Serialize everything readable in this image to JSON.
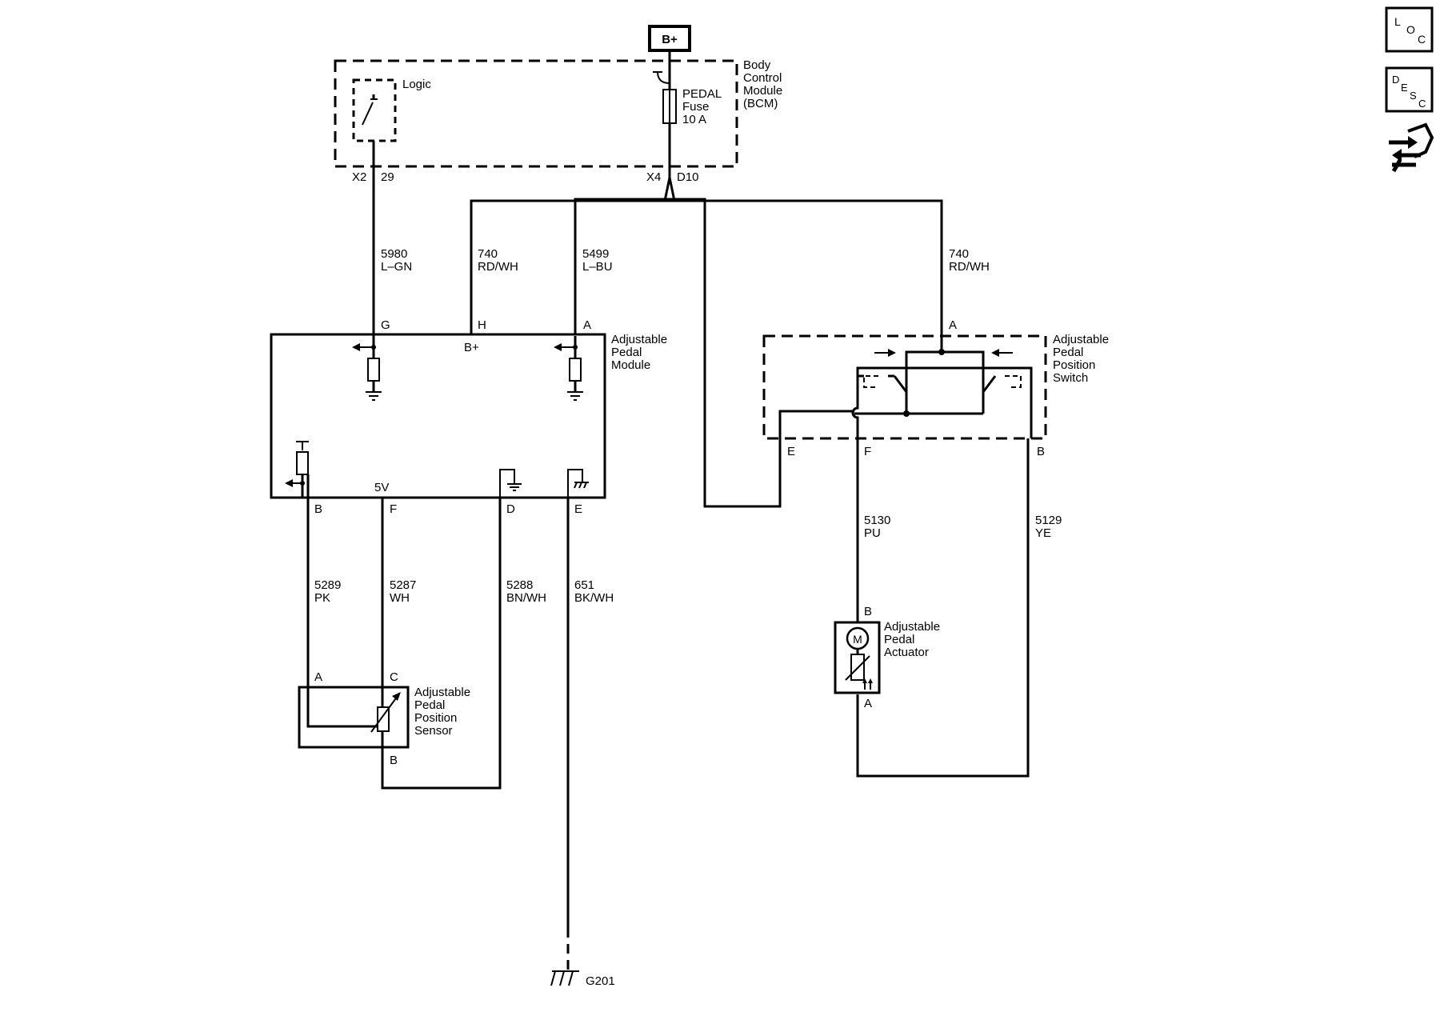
{
  "bcm": {
    "power_source": "B+",
    "name_lines": [
      "Body",
      "Control",
      "Module",
      "(BCM)"
    ],
    "logic_label": "Logic",
    "fuse_lines": [
      "PEDAL",
      "Fuse",
      "10 A"
    ],
    "conn_x2": "X2",
    "pin_29": "29",
    "conn_x4": "X4",
    "pin_d10": "D10"
  },
  "wires": {
    "w5980": {
      "circuit": "5980",
      "color": "L–GN"
    },
    "w740a": {
      "circuit": "740",
      "color": "RD/WH"
    },
    "w5499": {
      "circuit": "5499",
      "color": "L–BU"
    },
    "w740b": {
      "circuit": "740",
      "color": "RD/WH"
    },
    "w5289": {
      "circuit": "5289",
      "color": "PK"
    },
    "w5287": {
      "circuit": "5287",
      "color": "WH"
    },
    "w5288": {
      "circuit": "5288",
      "color": "BN/WH"
    },
    "w651": {
      "circuit": "651",
      "color": "BK/WH"
    },
    "w5130": {
      "circuit": "5130",
      "color": "PU"
    },
    "w5129": {
      "circuit": "5129",
      "color": "YE"
    }
  },
  "pedal_module": {
    "name_lines": [
      "Adjustable",
      "Pedal",
      "Module"
    ],
    "pin_g": "G",
    "pin_h": "H",
    "pin_a": "A",
    "bplus": "B+",
    "five_v": "5V",
    "pin_b": "B",
    "pin_f": "F",
    "pin_d": "D",
    "pin_e": "E"
  },
  "position_switch": {
    "name_lines": [
      "Adjustable",
      "Pedal",
      "Position",
      "Switch"
    ],
    "pin_a": "A",
    "pin_e": "E",
    "pin_f": "F",
    "pin_b": "B"
  },
  "position_sensor": {
    "name_lines": [
      "Adjustable",
      "Pedal",
      "Position",
      "Sensor"
    ],
    "pin_a": "A",
    "pin_c": "C",
    "pin_b": "B"
  },
  "actuator": {
    "name_lines": [
      "Adjustable",
      "Pedal",
      "Actuator"
    ],
    "motor": "M",
    "pin_b": "B",
    "pin_a": "A"
  },
  "ground": {
    "label": "G201"
  },
  "side_icons": {
    "loc": [
      "L",
      "O",
      "C"
    ],
    "desc": [
      "D",
      "E",
      "S",
      "C"
    ],
    "service_icon": "connector-tool-icon"
  }
}
